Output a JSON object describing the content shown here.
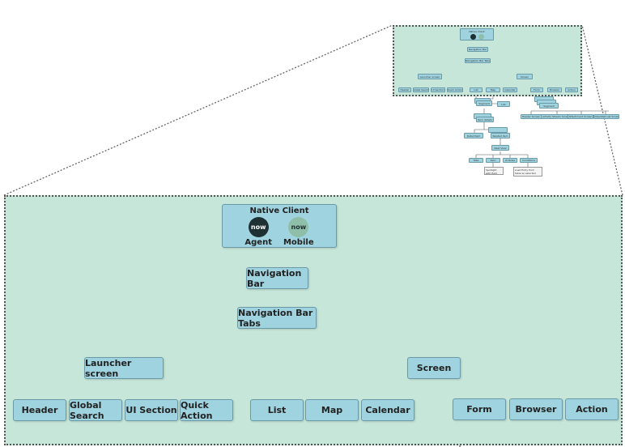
{
  "diagram": {
    "root": {
      "title": "Native Client",
      "agent": "Agent",
      "mobile": "Mobile",
      "logo_text": "now"
    },
    "nav_bar": "Navigation Bar",
    "nav_bar_tabs": "Navigation Bar Tabs",
    "launcher": "Launcher screen",
    "screen": "Screen",
    "launcher_children": [
      "Header",
      "Global Search",
      "UI Section",
      "Quick Action"
    ],
    "screen_children_left": [
      "List",
      "Map",
      "Calendar"
    ],
    "screen_children_right": [
      "Form",
      "Browser",
      "Action"
    ],
    "mini": {
      "segment": "Segment",
      "list": "List",
      "item_details": "Item details",
      "detail_item": "Detail Item",
      "related_item": "Related item",
      "next_view": "Next View",
      "next_children": [
        "Tabs",
        "Item",
        "UI Rules",
        "Conditions"
      ],
      "note1": "Spotlight with field mapping",
      "note2": "Load Entry from table w/ selected fields from Show from table",
      "segment_right": "Segment",
      "form_children": [
        "Header Screen",
        "Activity Stream Screen",
        "Attachment Screen",
        "Embedded List Screen"
      ]
    },
    "colors": {
      "frame_fill": "#c5e6d8",
      "node_fill": "#9fd3df",
      "node_border": "#6a9aa8",
      "line": "#555555",
      "agent_logo": "#1f3033",
      "mobile_logo": "#8fbfa8"
    }
  }
}
